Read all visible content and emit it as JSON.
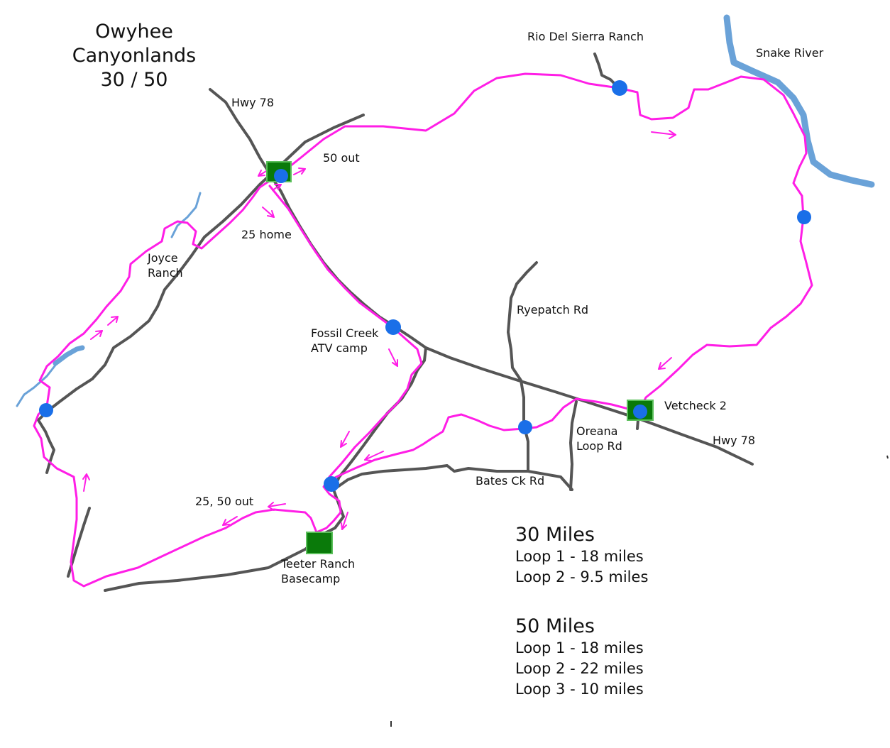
{
  "title": {
    "line1": "Owyhee Canyonlands",
    "line2": "30 / 50"
  },
  "colors": {
    "trail": "#ff1ee6",
    "road": "#555555",
    "water": "#6aa2d8",
    "checkpoint": "#1a6fe8",
    "vetcheck": "#0a7a0a"
  },
  "labels": {
    "hwy78_north": "Hwy 78",
    "fifty_out": "50 out",
    "twentyfive_home": "25 home",
    "joyce": [
      "Joyce",
      "Ranch"
    ],
    "rio_del_sierra": "Rio Del Sierra Ranch",
    "snake_river": "Snake River",
    "ryepatch": "Ryepatch Rd",
    "fossil_creek": [
      "Fossil Creek",
      "ATV camp"
    ],
    "vetcheck2": "Vetcheck 2",
    "oreana": [
      "Oreana",
      "Loop Rd"
    ],
    "hwy78_east": "Hwy 78",
    "bates_ck": "Bates Ck Rd",
    "twentyfive_fifty_out": "25, 50 out",
    "teeter": [
      "Teeter Ranch",
      "Basecamp"
    ]
  },
  "legend": {
    "thirty": {
      "heading": "30 Miles",
      "loops": [
        "Loop 1 - 18 miles",
        "Loop 2 - 9.5 miles"
      ]
    },
    "fifty": {
      "heading": "50 Miles",
      "loops": [
        "Loop 1 - 18 miles",
        "Loop 2 - 22 miles",
        "Loop 3 - 10 miles"
      ]
    }
  }
}
